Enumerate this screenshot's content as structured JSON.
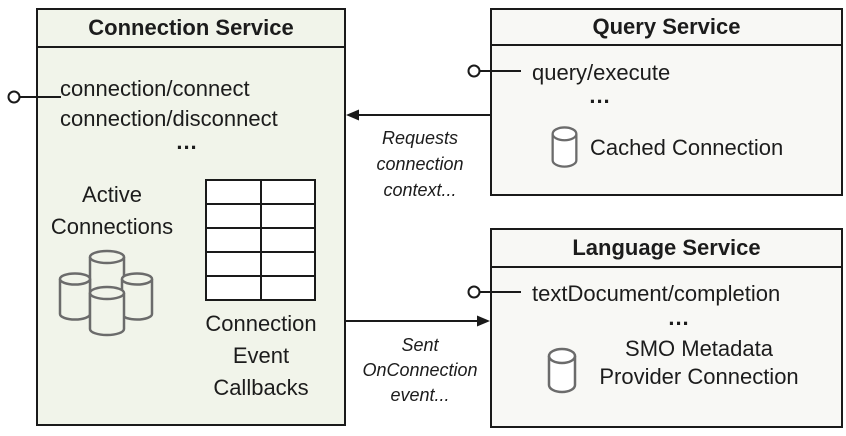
{
  "colors": {
    "page_bg": "#ffffff",
    "connection_box_fill": "#f1f4ea",
    "service_box_fill": "#f8f8f5",
    "border": "#1a1a1a",
    "cylinder_stroke": "#6b6b6b",
    "text": "#1c1c1c"
  },
  "icons": {
    "database_cluster": "database-cluster-icon",
    "database": "database-icon",
    "interface_lollipop": "interface-lollipop-icon",
    "callback_table": "callback-table-grid"
  },
  "connection_service": {
    "title": "Connection Service",
    "methods": [
      "connection/connect",
      "connection/disconnect"
    ],
    "ellipsis": "...",
    "active_connections_lines": [
      "Active",
      "Connections"
    ],
    "callbacks_lines": [
      "Connection",
      "Event",
      "Callbacks"
    ]
  },
  "query_service": {
    "title": "Query Service",
    "methods": [
      "query/execute"
    ],
    "ellipsis": "...",
    "store_label": "Cached Connection"
  },
  "language_service": {
    "title": "Language Service",
    "methods": [
      "textDocument/completion"
    ],
    "ellipsis": "...",
    "store_label_lines": [
      "SMO Metadata",
      "Provider Connection"
    ]
  },
  "edges": {
    "requests_label_lines": [
      "Requests",
      "connection",
      "context..."
    ],
    "sent_label_lines": [
      "Sent",
      "OnConnection",
      "event..."
    ]
  }
}
